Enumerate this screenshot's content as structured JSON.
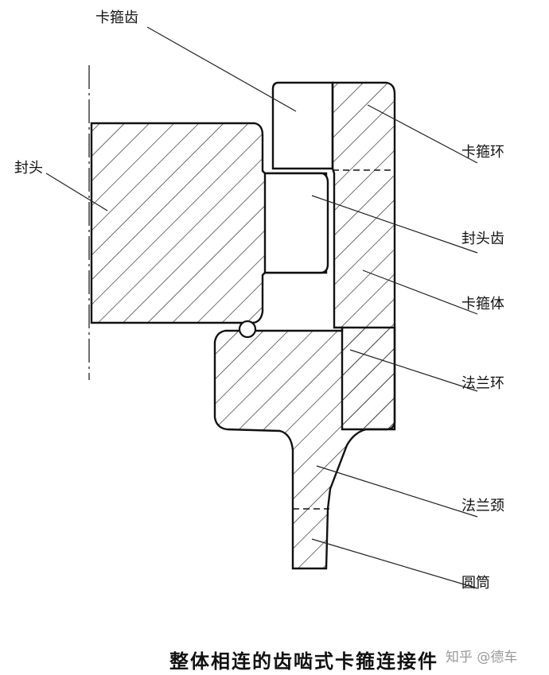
{
  "labels": {
    "clamp_tooth": "卡箍齿",
    "head": "封头",
    "clamp_ring": "卡箍环",
    "head_tooth": "封头齿",
    "clamp_body": "卡箍体",
    "flange_ring": "法兰环",
    "flange_neck": "法兰颈",
    "cylinder": "圆筒"
  },
  "caption": "整体相连的齿啮式卡箍连接件",
  "watermark": "知乎 @德车"
}
